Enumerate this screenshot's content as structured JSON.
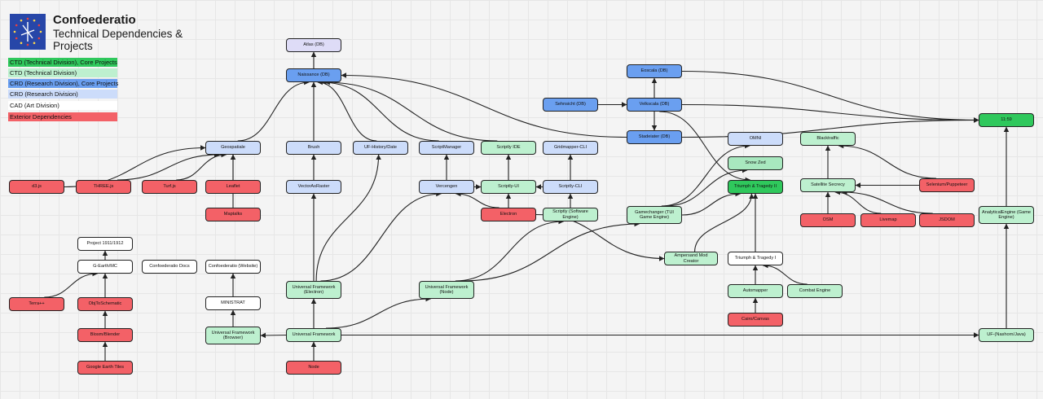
{
  "header": {
    "title": "Confoederatio",
    "subtitle": "Technical Dependencies & Projects"
  },
  "colors": {
    "ctd_core": "#2fc85c",
    "ctd": "#bdf0cf",
    "crd_core": "#6a9ff0",
    "crd": "#ccdcfa",
    "cad": "#ffffff",
    "exterior": "#f36167",
    "db_light": "#dedcf7",
    "sec_mid": "#a8e8bf"
  },
  "legend": [
    {
      "label": "CTD (Technical Division), Core Projects",
      "color": "#2fc85c"
    },
    {
      "label": "CTD (Technical Division)",
      "color": "#bdf0cf"
    },
    {
      "label": "CRD (Research Division), Core Projects",
      "color": "#6a9ff0"
    },
    {
      "label": "CRD (Research Division)",
      "color": "#ccdcfa"
    },
    {
      "label": "CAD (Art Division)",
      "color": "#ffffff"
    },
    {
      "label": "Exterior Dependencies",
      "color": "#f36167"
    }
  ],
  "nodes": [
    {
      "id": "atlas",
      "label": "Atlas (DB)",
      "kind": "db_light"
    },
    {
      "id": "naissance",
      "label": "Naissance (DB)",
      "kind": "crd_core"
    },
    {
      "id": "geospatiale",
      "label": "Geospatiale",
      "kind": "crd"
    },
    {
      "id": "brush",
      "label": "Brush",
      "kind": "crd"
    },
    {
      "id": "ufhistory",
      "label": "UF-History/Date",
      "kind": "crd"
    },
    {
      "id": "scriptmanager",
      "label": "ScriptManager",
      "kind": "crd"
    },
    {
      "id": "scriptlyide",
      "label": "Scriptly IDE",
      "kind": "ctd"
    },
    {
      "id": "gridmapper",
      "label": "Gridmapper-CLI",
      "kind": "crd"
    },
    {
      "id": "eoscala",
      "label": "Eoscala (DB)",
      "kind": "crd_core"
    },
    {
      "id": "sehnsicht",
      "label": "Sehnsicht (DB)",
      "kind": "crd_core"
    },
    {
      "id": "velkscala",
      "label": "Velkscala (DB)",
      "kind": "crd_core"
    },
    {
      "id": "stadeiater",
      "label": "Stadeiater (DB)",
      "kind": "crd_core"
    },
    {
      "id": "omni",
      "label": "OMNI",
      "kind": "crd"
    },
    {
      "id": "blacktraffic",
      "label": "Blacktraffic",
      "kind": "ctd"
    },
    {
      "id": "n1159",
      "label": "11:59",
      "kind": "ctd_core"
    },
    {
      "id": "snowzed",
      "label": "Snow Zed",
      "kind": "sec_mid"
    },
    {
      "id": "triumph2",
      "label": "Triumph & Tragedy II",
      "kind": "ctd_core"
    },
    {
      "id": "d3",
      "label": "d3.js",
      "kind": "exterior"
    },
    {
      "id": "three",
      "label": "THREE.js",
      "kind": "exterior"
    },
    {
      "id": "turf",
      "label": "Turf.js",
      "kind": "exterior"
    },
    {
      "id": "leaflet",
      "label": "Leaflet",
      "kind": "exterior"
    },
    {
      "id": "vectorasraster",
      "label": "VectorAsRaster",
      "kind": "crd"
    },
    {
      "id": "vercengen",
      "label": "Vercengen",
      "kind": "crd"
    },
    {
      "id": "scriptlyui",
      "label": "Scriptly-UI",
      "kind": "ctd"
    },
    {
      "id": "scriptlycli",
      "label": "Scriptly-CLI",
      "kind": "crd"
    },
    {
      "id": "satsecrecy",
      "label": "Satellite Secrecy",
      "kind": "ctd"
    },
    {
      "id": "selenium",
      "label": "Selenium/Puppeteer",
      "kind": "exterior"
    },
    {
      "id": "maptalks",
      "label": "Maptalks",
      "kind": "exterior"
    },
    {
      "id": "electron",
      "label": "Electron",
      "kind": "exterior"
    },
    {
      "id": "scriptlyse",
      "label": "Scriptly (Software Engine)",
      "kind": "ctd"
    },
    {
      "id": "gamechanger",
      "label": "Gamechanger (TUI Game Engine)",
      "kind": "ctd"
    },
    {
      "id": "osm",
      "label": "OSM",
      "kind": "exterior"
    },
    {
      "id": "livemap",
      "label": "Livemap",
      "kind": "exterior"
    },
    {
      "id": "jsdom",
      "label": "JSDOM",
      "kind": "exterior"
    },
    {
      "id": "analytical",
      "label": "AnalyticalEngine (Game Engine)",
      "kind": "ctd"
    },
    {
      "id": "project1911",
      "label": "Project 1911/1912",
      "kind": "cad"
    },
    {
      "id": "gearth",
      "label": "G-Earth/MC",
      "kind": "cad"
    },
    {
      "id": "confdocs",
      "label": "Confoederatio Docs",
      "kind": "cad"
    },
    {
      "id": "confweb",
      "label": "Confoederatio (Website)",
      "kind": "cad"
    },
    {
      "id": "ampersand",
      "label": "Ampersand Mod Creator",
      "kind": "ctd"
    },
    {
      "id": "triumph1",
      "label": "Triumph & Tragedy I",
      "kind": "cad"
    },
    {
      "id": "terra",
      "label": "Terra++",
      "kind": "exterior"
    },
    {
      "id": "obj2schem",
      "label": "ObjToSchematic",
      "kind": "exterior"
    },
    {
      "id": "ufelectron",
      "label": "Universal Framework (Electron)",
      "kind": "ctd"
    },
    {
      "id": "ufnode",
      "label": "Universal Framework (Node)",
      "kind": "ctd"
    },
    {
      "id": "ministrat",
      "label": "MINISTRAT",
      "kind": "cad"
    },
    {
      "id": "automapper",
      "label": "Automapper",
      "kind": "ctd"
    },
    {
      "id": "combat",
      "label": "Combat Engine",
      "kind": "ctd"
    },
    {
      "id": "blosm",
      "label": "Blosm/Blender",
      "kind": "exterior"
    },
    {
      "id": "ufbrowser",
      "label": "Universal Framework (Browser)",
      "kind": "ctd"
    },
    {
      "id": "uframework",
      "label": "Universal Framework",
      "kind": "ctd"
    },
    {
      "id": "ufnashorn",
      "label": "UF-(Nashorn/Java)",
      "kind": "ctd"
    },
    {
      "id": "cairo",
      "label": "Cairo/Canvas",
      "kind": "exterior"
    },
    {
      "id": "gearthtiles",
      "label": "Google Earth Tiles",
      "kind": "exterior"
    },
    {
      "id": "node",
      "label": "Node",
      "kind": "exterior"
    }
  ],
  "edges": [
    [
      "naissance",
      "atlas"
    ],
    [
      "brush",
      "naissance"
    ],
    [
      "ufhistory",
      "naissance"
    ],
    [
      "scriptmanager",
      "naissance"
    ],
    [
      "scriptlyide",
      "naissance"
    ],
    [
      "stadeiater",
      "naissance"
    ],
    [
      "geospatiale",
      "naissance"
    ],
    [
      "vectorasraster",
      "brush"
    ],
    [
      "vercengen",
      "scriptmanager"
    ],
    [
      "scriptlyui",
      "scriptlyide"
    ],
    [
      "scriptlycli",
      "gridmapper"
    ],
    [
      "vercengen",
      "scriptlyui"
    ],
    [
      "scriptlycli",
      "scriptlyui"
    ],
    [
      "electron",
      "scriptlyui"
    ],
    [
      "electron",
      "vercengen"
    ],
    [
      "scriptlyse",
      "scriptlycli"
    ],
    [
      "d3",
      "geospatiale"
    ],
    [
      "three",
      "geospatiale"
    ],
    [
      "turf",
      "geospatiale"
    ],
    [
      "leaflet",
      "geospatiale"
    ],
    [
      "maptalks",
      "geospatiale"
    ],
    [
      "sehnsicht",
      "velkscala"
    ],
    [
      "velkscala",
      "eoscala"
    ],
    [
      "velkscala",
      "stadeiater"
    ],
    [
      "eoscala",
      "n1159"
    ],
    [
      "velkscala",
      "n1159"
    ],
    [
      "stadeiater",
      "n1159"
    ],
    [
      "velkscala",
      "triumph2"
    ],
    [
      "gamechanger",
      "omni"
    ],
    [
      "gamechanger",
      "snowzed"
    ],
    [
      "gamechanger",
      "triumph2"
    ],
    [
      "satsecrecy",
      "blacktraffic"
    ],
    [
      "selenium",
      "blacktraffic"
    ],
    [
      "selenium",
      "satsecrecy"
    ],
    [
      "osm",
      "satsecrecy"
    ],
    [
      "livemap",
      "satsecrecy"
    ],
    [
      "jsdom",
      "satsecrecy"
    ],
    [
      "ampersand",
      "triumph2"
    ],
    [
      "triumph1",
      "triumph2"
    ],
    [
      "automapper",
      "triumph1"
    ],
    [
      "combat",
      "triumph1"
    ],
    [
      "cairo",
      "automapper"
    ],
    [
      "analytical",
      "n1159"
    ],
    [
      "ufnashorn",
      "analytical"
    ],
    [
      "ufelectron",
      "vectorasraster"
    ],
    [
      "ufelectron",
      "ufhistory"
    ],
    [
      "ufelectron",
      "vercengen"
    ],
    [
      "ufnode",
      "scriptlyse"
    ],
    [
      "ufnode",
      "gamechanger"
    ],
    [
      "electron",
      "ampersand"
    ],
    [
      "uframework",
      "ufelectron"
    ],
    [
      "uframework",
      "ufnode"
    ],
    [
      "uframework",
      "ufbrowser"
    ],
    [
      "uframework",
      "ufnashorn"
    ],
    [
      "node",
      "uframework"
    ],
    [
      "ufbrowser",
      "ministrat"
    ],
    [
      "ministrat",
      "confweb"
    ],
    [
      "gearth",
      "project1911"
    ],
    [
      "obj2schem",
      "gearth"
    ],
    [
      "terra",
      "gearth"
    ],
    [
      "blosm",
      "obj2schem"
    ],
    [
      "gearthtiles",
      "blosm"
    ]
  ]
}
